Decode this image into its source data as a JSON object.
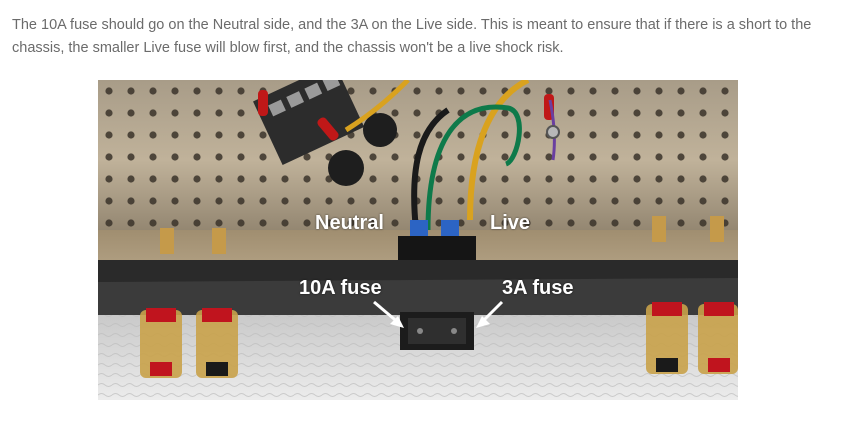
{
  "article": {
    "paragraph": "The 10A fuse should go on the Neutral side, and the 3A on the Live side. This is meant to ensure that if there is a short to the chassis, the smaller Live fuse will blow first, and the chassis won't be a live shock risk."
  },
  "photo": {
    "labels": {
      "neutral": "Neutral",
      "live": "Live",
      "fuse_10a": "10A fuse",
      "fuse_3a": "3A fuse"
    },
    "colors": {
      "label_text": "#ffffff",
      "arrow": "#ffffff",
      "panel_metal": "#b9a98f",
      "cloth": "#d8d8d8"
    }
  }
}
